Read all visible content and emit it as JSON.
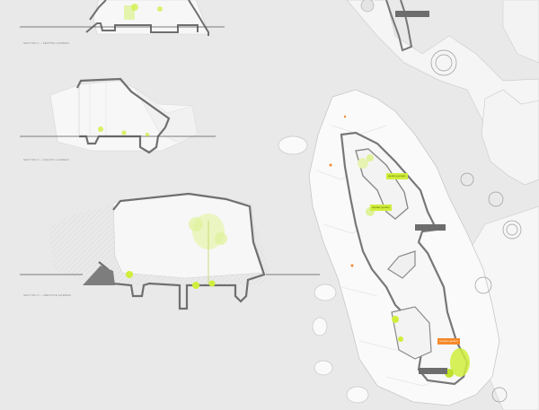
{
  "sections": [
    {
      "caption": "SECTION 1 – SEATING GARDEN"
    },
    {
      "caption": "SECTION 2 – AQUATIC GARDEN"
    },
    {
      "caption": "SECTION 3 – CREATIVE GARDEN"
    }
  ],
  "plan_tags": {
    "top_grey": "",
    "green_1": "seating garden",
    "green_2": "aquatic garden",
    "grey_mid": "",
    "orange": "creative garden",
    "grey_bottom": ""
  },
  "colors": {
    "background": "#e9e9e9",
    "section_fill": "#f7f7f7",
    "wall": "#6f6f6f",
    "accent_green": "#cfee3c",
    "accent_orange": "#f5892a",
    "tag_grey": "#6d6d6d"
  }
}
